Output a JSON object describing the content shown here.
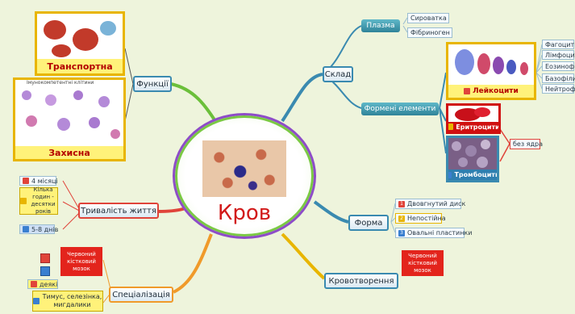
{
  "center": {
    "title": "Кров"
  },
  "branches": {
    "functions": {
      "label": "Функції"
    },
    "composition": {
      "label": "Склад"
    },
    "form": {
      "label": "Форма"
    },
    "hematopoiesis": {
      "label": "Кровотворення"
    },
    "specialization": {
      "label": "Спеціалізація"
    },
    "lifespan": {
      "label": "Тривалість життя"
    }
  },
  "functions": {
    "transport": {
      "caption": "Транспортна"
    },
    "protective": {
      "caption": "Захисна",
      "header": "Імунокомпетентні клітини"
    }
  },
  "composition": {
    "plasma": {
      "label": "Плазма",
      "items": [
        "Сироватка",
        "Фібриноген"
      ]
    },
    "formed": {
      "label": "Формені елементи"
    },
    "leukocytes": {
      "label": "Лейкоцити",
      "items": [
        "Фагоцити",
        "Лімфоцити",
        "Еозинофіли",
        "Базофіли",
        "Нейтрофіли"
      ]
    },
    "erythrocytes": {
      "label": "Еритроцити"
    },
    "platelets": {
      "label": "Тромбоцити"
    },
    "note": "без ядра"
  },
  "form": {
    "items": [
      {
        "label": "Двовгнутий диск",
        "color": "#e0443a",
        "num": "1"
      },
      {
        "label": "Непостійна",
        "color": "#e8b500",
        "num": "2"
      },
      {
        "label": "Овальні пластинки",
        "color": "#3a7fd0",
        "num": "3"
      }
    ]
  },
  "hematopoiesis": {
    "bone_marrow": "Червоний кістковий мозок"
  },
  "specialization": {
    "bone_marrow": "Червоний кістковий мозок",
    "organs": "Тимус, селезінка, мигдалики",
    "some": "деякі"
  },
  "lifespan": {
    "months": "4 місяці",
    "hours": "Кілька годин - десятки років",
    "days": "5-8 днів"
  },
  "colors": {
    "red": "#e0443a",
    "yellow": "#ffe94a",
    "blue": "#3a7fd0",
    "green": "#6bbf3a",
    "teal": "#3a8ab0"
  }
}
